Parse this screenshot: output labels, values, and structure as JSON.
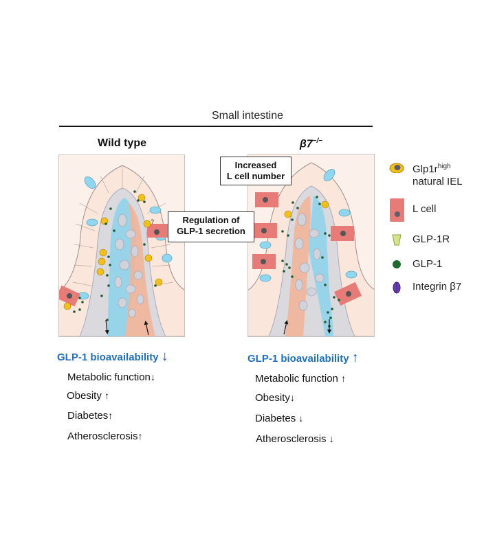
{
  "figure": {
    "section_title": "Small intestine",
    "columns": [
      {
        "title": "Wild type",
        "callout": "Regulation of GLP-1 secretion",
        "callout_lines": [
          "Regulation of",
          "GLP-1 secretion"
        ],
        "outcome_header": "GLP-1 bioavailability",
        "outcome_header_arrow": "↓",
        "outcomes": [
          {
            "label": "Metabolic function",
            "arrow": "↓"
          },
          {
            "label": "Obesity",
            "arrow": "↑"
          },
          {
            "label": "Diabetes",
            "arrow": "↑"
          },
          {
            "label": "Atherosclerosis",
            "arrow": "↑"
          }
        ]
      },
      {
        "title": "β7",
        "title_superscript": "−/−",
        "callout": "Increased L cell number",
        "callout_lines": [
          "Increased",
          "L cell number"
        ],
        "outcome_header": "GLP-1 bioavailability",
        "outcome_header_arrow": "↑",
        "outcomes": [
          {
            "label": "Metabolic function",
            "arrow": "↑"
          },
          {
            "label": "Obesity",
            "arrow": "↓"
          },
          {
            "label": "Diabetes",
            "arrow": "↓"
          },
          {
            "label": "Atherosclerosis",
            "arrow": "↓"
          }
        ]
      }
    ],
    "wt_question_mark": "?",
    "legend": [
      {
        "icon": "iel-cell-icon",
        "label": "Glp1r",
        "superscript": "high",
        "label2": "natural IEL"
      },
      {
        "icon": "l-cell-icon",
        "label": "L cell"
      },
      {
        "icon": "glp1r-receptor-icon",
        "label": "GLP-1R"
      },
      {
        "icon": "glp1-dot-icon",
        "label": "GLP-1"
      },
      {
        "icon": "integrin-b7-icon",
        "label": "Integrin β7"
      }
    ],
    "colors": {
      "panel_bg": "#fbf1ea",
      "epithelium": "#fbe6dc",
      "lamina": "#d9d9de",
      "lymph_blue": "#8fd3ea",
      "capillary_pink": "#f0b49a",
      "l_cell": "#e77b78",
      "iel_yellow": "#f2c01a",
      "glp1_green": "#1d5a2c",
      "integrin_purple": "#6a3fb3",
      "goblet_blue": "#8fd6ee",
      "outcome_blue": "#1f6fc0",
      "arrow_blue": "#1a4fe0"
    }
  }
}
